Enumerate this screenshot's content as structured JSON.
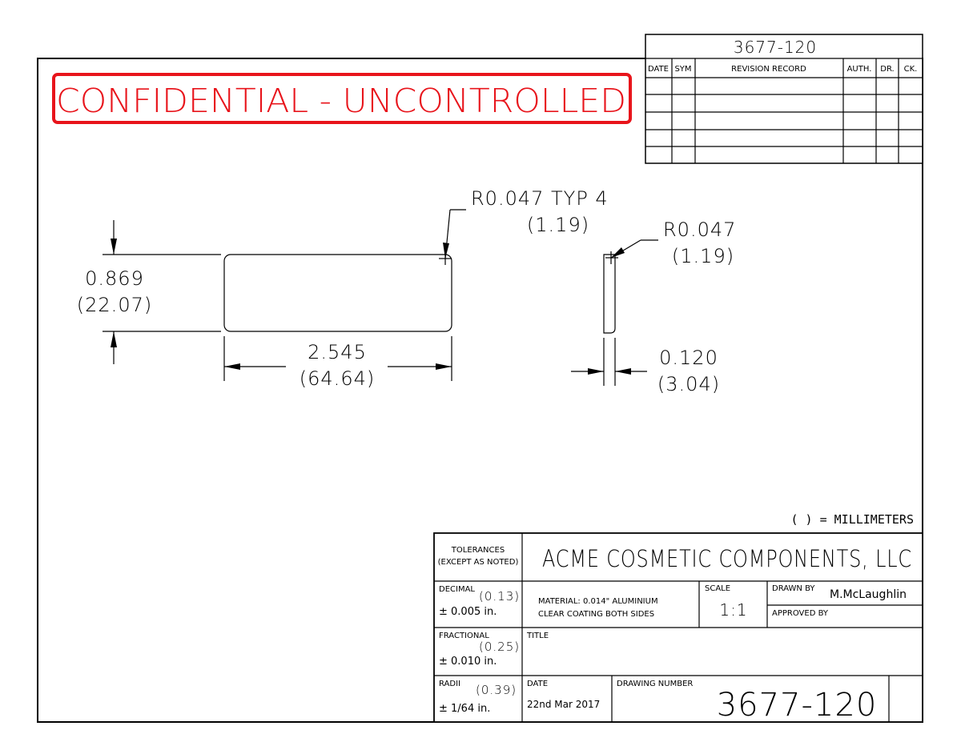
{
  "stamp": {
    "text": "CONFIDENTIAL - UNCONTROLLED",
    "color": "#e8141b"
  },
  "revision_block": {
    "number": "3677-120",
    "headers": [
      "DATE",
      "SYM",
      "REVISION RECORD",
      "AUTH.",
      "DR.",
      "CK."
    ]
  },
  "dimensions": {
    "radius_typ": "R0.047 TYP 4",
    "radius_typ_mm": "(1.19)",
    "radius": "R0.047",
    "radius_mm": "(1.19)",
    "height": "0.869",
    "height_mm": "(22.07)",
    "width": "2.545",
    "width_mm": "(64.64)",
    "thickness": "0.120",
    "thickness_mm": "(3.04)"
  },
  "units_note": "( ) = MILLIMETERS",
  "title_block": {
    "tolerances_label": "TOLERANCES",
    "tolerances_sub": "(EXCEPT AS NOTED)",
    "company": "ACME COSMETIC COMPONENTS, LLC",
    "decimal_label": "DECIMAL",
    "decimal_mm": "(0.13)",
    "decimal_in": "± 0.005 in.",
    "material_line1": "MATERIAL: 0.014\" ALUMINIUM",
    "material_line2": "CLEAR COATING BOTH SIDES",
    "scale_label": "SCALE",
    "scale_value": "1:1",
    "drawn_by_label": "DRAWN BY",
    "drawn_by": "M.McLaughlin",
    "approved_by_label": "APPROVED BY",
    "fractional_label": "FRACTIONAL",
    "fractional_mm": "(0.25)",
    "fractional_in": "± 0.010 in.",
    "title_label": "TITLE",
    "radii_label": "RADII",
    "radii_mm": "(0.39)",
    "radii_in": "± 1/64 in.",
    "date_label": "DATE",
    "date": "22nd Mar 2017",
    "drawing_number_label": "DRAWING NUMBER",
    "drawing_number": "3677-120"
  }
}
